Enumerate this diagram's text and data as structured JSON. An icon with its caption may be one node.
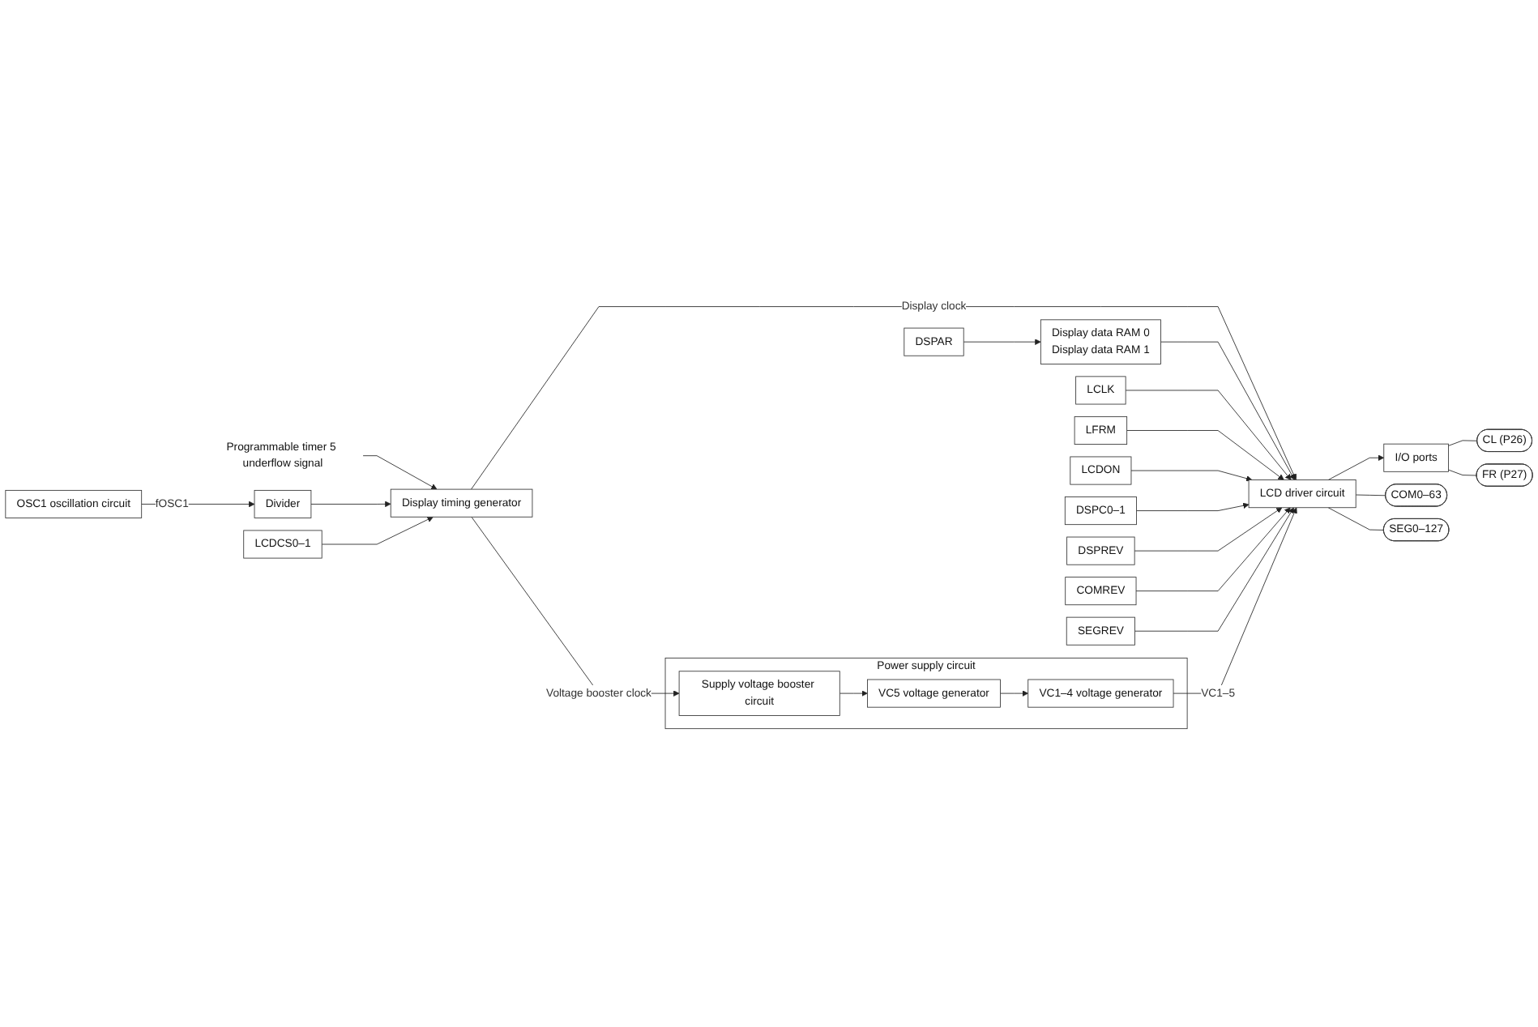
{
  "diagram": {
    "nodes": [
      {
        "text": [
          "Programmable timer 5 underflow signal"
        ]
      },
      {
        "text": [
          "OSC1 oscillation circuit"
        ]
      },
      {
        "text": [
          "Divider"
        ]
      },
      {
        "text": [
          "Display timing generator"
        ]
      },
      {
        "text": [
          "LCDCS0–1"
        ]
      },
      {
        "text": [
          "Power supply circuit"
        ]
      },
      {
        "text": [
          "Supply voltage booster circuit"
        ],
        "in": 5
      },
      {
        "text": [
          "VC5 voltage generator"
        ],
        "in": 5
      },
      {
        "text": [
          "VC1–4 voltage generator"
        ],
        "in": 5
      },
      {
        "text": [
          "Display data RAM 0",
          "Display data RAM 1"
        ]
      },
      {
        "text": [
          "DSPAR"
        ]
      },
      {
        "text": [
          "LCD driver circuit"
        ]
      },
      {
        "text": [
          "I/O ports"
        ]
      },
      {
        "text": [
          "LCLK"
        ]
      },
      {
        "text": [
          "LFRM"
        ]
      },
      {
        "text": [
          "LCDON"
        ]
      },
      {
        "text": [
          "DSPC0–1"
        ]
      },
      {
        "text": [
          "DSPREV"
        ]
      },
      {
        "text": [
          "COMREV"
        ]
      },
      {
        "text": [
          "SEGREV"
        ]
      },
      {
        "text": [
          "CL (P26)"
        ]
      },
      {
        "text": [
          "FR (P27)"
        ]
      },
      {
        "text": [
          "COM0–63"
        ]
      },
      {
        "text": [
          "SEG0–127"
        ]
      }
    ],
    "edges": [
      {
        "from": 0,
        "to": 3,
        "arrow": "to"
      },
      {
        "from": 1,
        "to": 2,
        "arrow": "to",
        "label": "fOSC1"
      },
      {
        "from": 2,
        "to": 3,
        "arrow": "to"
      },
      {
        "from": 4,
        "to": 3,
        "arrow": "to"
      },
      {
        "from": 3,
        "to": 6,
        "arrow": "to",
        "label": "Voltage booster clock"
      },
      {
        "from": 3,
        "to": 11,
        "arrow": "to",
        "label": "Display clock"
      },
      {
        "from": 10,
        "to": 9,
        "arrow": "to"
      },
      {
        "from": 9,
        "to": 11,
        "arrow": "to"
      },
      {
        "from": 11,
        "to": 12,
        "arrow": "to"
      },
      {
        "from": 13,
        "to": 11,
        "arrow": "to"
      },
      {
        "from": 14,
        "to": 11,
        "arrow": "to"
      },
      {
        "from": 15,
        "to": 11,
        "arrow": "to"
      },
      {
        "from": 16,
        "to": 11,
        "arrow": "to"
      },
      {
        "from": 17,
        "to": 11,
        "arrow": "to"
      },
      {
        "from": 18,
        "to": 11,
        "arrow": "to"
      },
      {
        "from": 19,
        "to": 11,
        "arrow": "to"
      },
      {
        "from": 12,
        "to": 20,
        "arrow": "none"
      },
      {
        "from": 12,
        "to": 21,
        "arrow": "none"
      },
      {
        "from": 11,
        "to": 22,
        "arrow": "none"
      },
      {
        "from": 11,
        "to": 23,
        "arrow": "none"
      },
      {
        "from": 6,
        "to": 7,
        "arrow": "to"
      },
      {
        "from": 7,
        "to": 8,
        "arrow": "to"
      },
      {
        "from": 8,
        "to": 11,
        "arrow": "to",
        "label": "VC1–5"
      }
    ]
  }
}
